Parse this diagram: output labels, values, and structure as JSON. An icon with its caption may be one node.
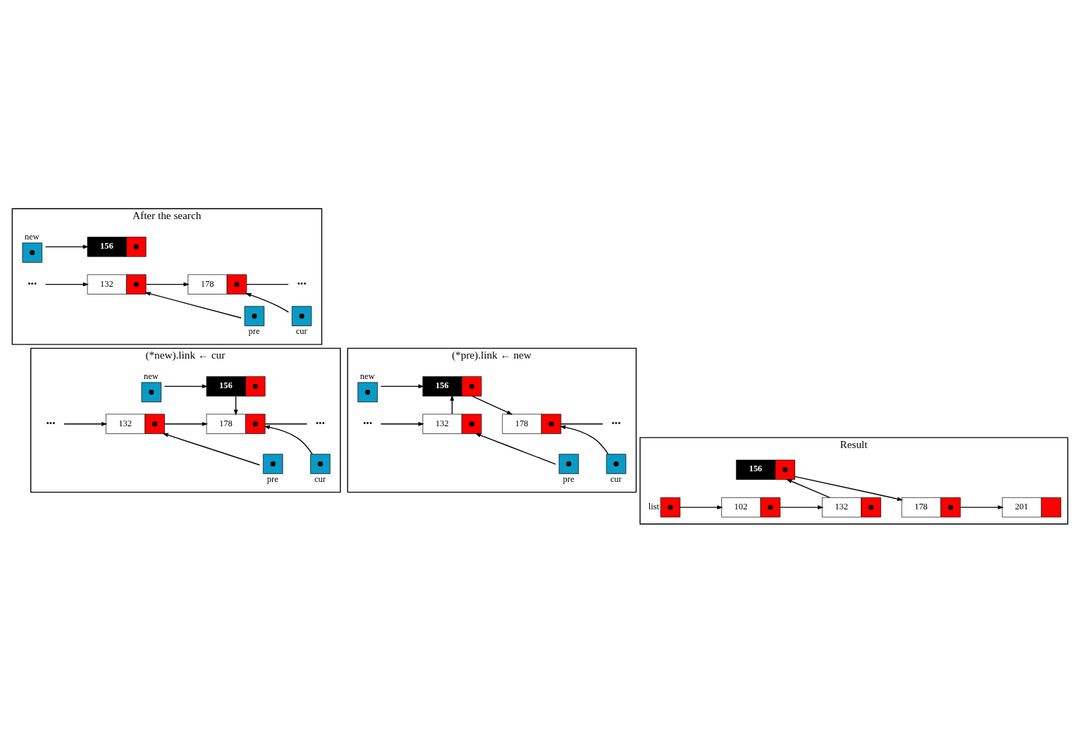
{
  "diagram": {
    "nodes": [
      {
        "text": [
          "After the search"
        ]
      },
      {
        "text": [
          "new"
        ],
        "in": 0
      },
      {
        "text": [
          "156"
        ],
        "in": 0
      },
      {
        "text": [
          "•••"
        ],
        "in": 0
      },
      {
        "text": [
          "132"
        ],
        "in": 0
      },
      {
        "text": [
          "178"
        ],
        "in": 0
      },
      {
        "text": [
          "•••"
        ],
        "in": 0
      },
      {
        "text": [
          "pre"
        ],
        "in": 0
      },
      {
        "text": [
          "cur"
        ],
        "in": 0
      },
      {
        "text": [
          "(*new).link ← cur"
        ]
      },
      {
        "text": [
          "new"
        ],
        "in": 9
      },
      {
        "text": [
          "156"
        ],
        "in": 9
      },
      {
        "text": [
          "•••"
        ],
        "in": 9
      },
      {
        "text": [
          "132"
        ],
        "in": 9
      },
      {
        "text": [
          "178"
        ],
        "in": 9
      },
      {
        "text": [
          "•••"
        ],
        "in": 9
      },
      {
        "text": [
          "pre"
        ],
        "in": 9
      },
      {
        "text": [
          "cur"
        ],
        "in": 9
      },
      {
        "text": [
          "(*pre).link ← new"
        ]
      },
      {
        "text": [
          "new"
        ],
        "in": 18
      },
      {
        "text": [
          "156"
        ],
        "in": 18
      },
      {
        "text": [
          "•••"
        ],
        "in": 18
      },
      {
        "text": [
          "132"
        ],
        "in": 18
      },
      {
        "text": [
          "178"
        ],
        "in": 18
      },
      {
        "text": [
          "•••"
        ],
        "in": 18
      },
      {
        "text": [
          "pre"
        ],
        "in": 18
      },
      {
        "text": [
          "cur"
        ],
        "in": 18
      },
      {
        "text": [
          "Result"
        ]
      },
      {
        "text": [
          "list"
        ],
        "in": 27
      },
      {
        "text": [
          "102"
        ],
        "in": 27
      },
      {
        "text": [
          "132"
        ],
        "in": 27
      },
      {
        "text": [
          "156"
        ],
        "in": 27
      },
      {
        "text": [
          "178"
        ],
        "in": 27
      },
      {
        "text": [
          "201"
        ],
        "in": 27
      }
    ],
    "edges": [
      {
        "from": 1,
        "to": 2,
        "arrow": "to"
      },
      {
        "from": 3,
        "to": 4,
        "arrow": "to"
      },
      {
        "from": 4,
        "to": 5,
        "arrow": "to"
      },
      {
        "from": 5,
        "to": 6,
        "arrow": "none"
      },
      {
        "from": 7,
        "to": 4,
        "arrow": "to"
      },
      {
        "from": 8,
        "to": 5,
        "arrow": "to"
      },
      {
        "from": 10,
        "to": 11,
        "arrow": "to"
      },
      {
        "from": 11,
        "to": 14,
        "arrow": "to"
      },
      {
        "from": 12,
        "to": 13,
        "arrow": "to"
      },
      {
        "from": 13,
        "to": 14,
        "arrow": "to"
      },
      {
        "from": 14,
        "to": 15,
        "arrow": "none"
      },
      {
        "from": 16,
        "to": 13,
        "arrow": "to"
      },
      {
        "from": 17,
        "to": 14,
        "arrow": "to"
      },
      {
        "from": 19,
        "to": 20,
        "arrow": "to"
      },
      {
        "from": 22,
        "to": 20,
        "arrow": "to"
      },
      {
        "from": 20,
        "to": 23,
        "arrow": "to"
      },
      {
        "from": 21,
        "to": 22,
        "arrow": "to"
      },
      {
        "from": 23,
        "to": 24,
        "arrow": "none"
      },
      {
        "from": 25,
        "to": 22,
        "arrow": "to"
      },
      {
        "from": 26,
        "to": 23,
        "arrow": "to"
      },
      {
        "from": 28,
        "to": 29,
        "arrow": "to"
      },
      {
        "from": 29,
        "to": 30,
        "arrow": "to"
      },
      {
        "from": 30,
        "to": 31,
        "arrow": "to"
      },
      {
        "from": 31,
        "to": 32,
        "arrow": "to"
      },
      {
        "from": 32,
        "to": 33,
        "arrow": "to"
      }
    ]
  }
}
